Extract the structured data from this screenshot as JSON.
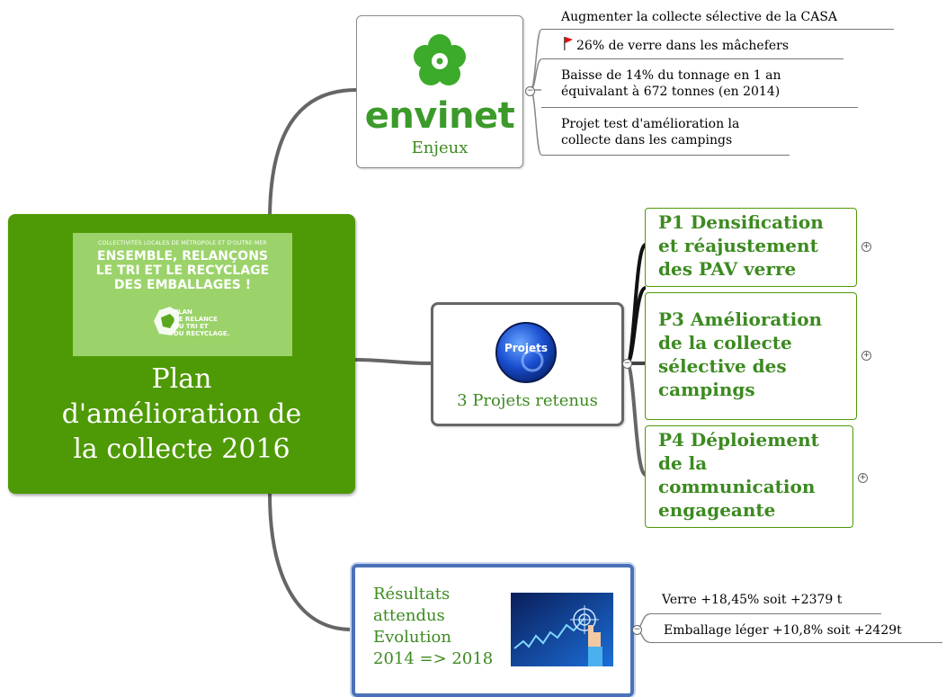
{
  "central": {
    "title_lines": [
      "Plan",
      "d'amélioration de",
      "la collecte 2016"
    ],
    "poster": {
      "small_text": "COLLECTIVITÉS LOCALES DE MÉTROPOLE ET D'OUTRE-MER",
      "headline": [
        "ENSEMBLE, RELANÇONS",
        "LE TRI ET LE RECYCLAGE",
        "DES EMBALLAGES !"
      ],
      "badge": [
        "PLAN",
        "DE RELANCE",
        "DU TRI ET",
        "DU RECYCLAGE."
      ]
    }
  },
  "enjeux": {
    "logo_word": "envinet",
    "label": "Enjeux",
    "items": [
      "Augmenter la collecte sélective de la CASA",
      "26% de verre dans les mâchefers",
      "Baisse de 14% du tonnage en 1 an",
      "équivalant à 672 tonnes (en 2014)",
      "Projet test  d'amélioration la",
      "collecte dans les campings"
    ]
  },
  "projets": {
    "icon_text": "Projets",
    "label": "3 Projets retenus",
    "items": [
      [
        "P1 Densification",
        "et réajustement",
        "des PAV verre"
      ],
      [
        "P3 Amélioration",
        "de la collecte",
        "sélective des",
        "campings"
      ],
      [
        "P4 Déploiement",
        "de la",
        "communication",
        "engageante"
      ]
    ]
  },
  "results": {
    "label_lines": [
      "Résultats",
      "attendus",
      "Evolution",
      "2014 => 2018"
    ],
    "items": [
      "Verre +18,45% soit +2379 t",
      "Emballage léger +10,8% soit +2429t"
    ]
  },
  "colors": {
    "central_bg": "#4e9a06",
    "green_text": "#3c8a20",
    "results_border": "#4a72b8"
  }
}
